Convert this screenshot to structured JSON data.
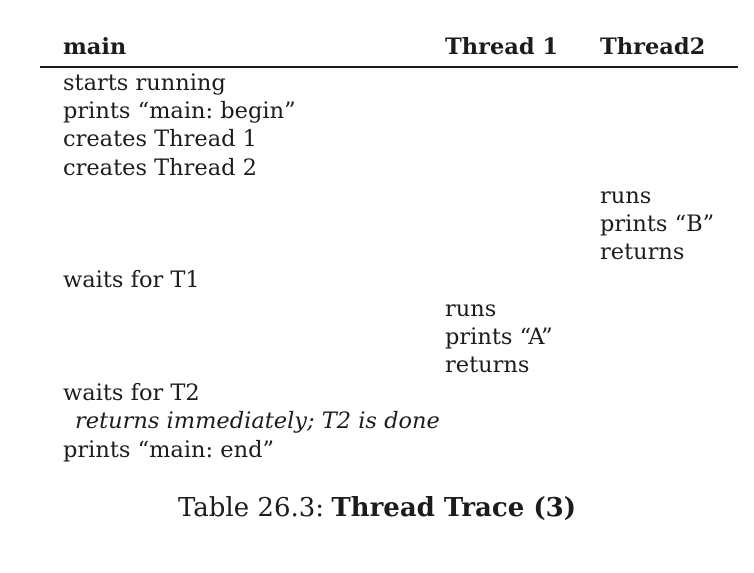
{
  "table": {
    "headers": {
      "main": "main",
      "thread1": "Thread 1",
      "thread2": "Thread2"
    },
    "rows": [
      {
        "main": "starts running"
      },
      {
        "main": "prints “main: begin”"
      },
      {
        "main": "creates Thread 1"
      },
      {
        "main": "creates Thread 2"
      },
      {
        "thread2": "runs"
      },
      {
        "thread2": "prints “B”"
      },
      {
        "thread2": "returns"
      },
      {
        "main": "waits for T1"
      },
      {
        "thread1": "runs"
      },
      {
        "thread1": "prints “A”"
      },
      {
        "thread1": "returns"
      },
      {
        "main": "waits for T2"
      },
      {
        "main": "returns immediately; T2 is done"
      },
      {
        "main": "prints “main: end”"
      }
    ],
    "caption": {
      "label": "Table 26.3:",
      "title": "Thread Trace (3)"
    }
  }
}
